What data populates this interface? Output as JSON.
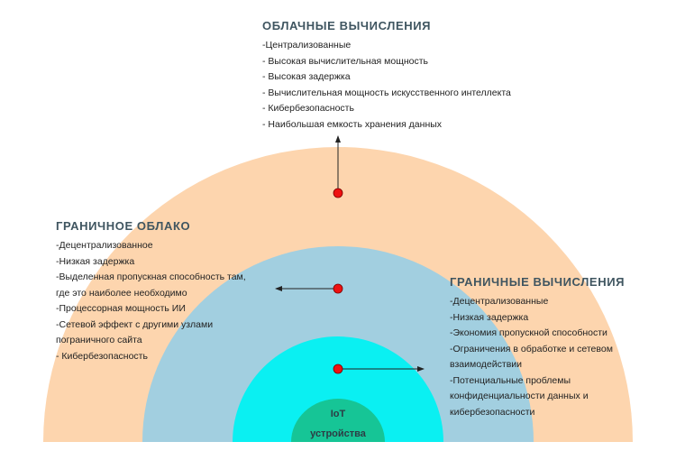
{
  "colors": {
    "cloud_layer": "#fdd5ae",
    "fog_layer": "#a2cfe0",
    "edge_layer": "#0af0f2",
    "iot_core": "#16c596",
    "marker": "#ee1111",
    "heading": "#3f5560"
  },
  "cloud": {
    "title": "ОБЛАЧНЫЕ ВЫЧИСЛЕНИЯ",
    "items": [
      "-Централизованные",
      "- Высокая вычислительная мощность",
      "- Высокая задержка",
      "- Вычислительная мощность искусственного интеллекта",
      "- Кибербезопасность",
      "- Наибольшая емкость хранения данных"
    ]
  },
  "fog": {
    "title": "ГРАНИЧНОЕ ОБЛАКО",
    "items": [
      "-Децентрализованное",
      "-Низкая задержка",
      "-Выделенная пропускная способность там,",
      "где это наиболее необходимо",
      "-Процессорная мощность ИИ",
      "-Сетевой эффект с другими узлами",
      "пограничного сайта",
      " - Кибербезопасность"
    ]
  },
  "edge": {
    "title": "ГРАНИЧНЫЕ ВЫЧИСЛЕНИЯ",
    "items": [
      "-Децентрализованные",
      "-Низкая задержка",
      "-Экономия пропускной способности",
      "-Ограничения в обработке и сетевом",
      "взаимодействии",
      "-Потенциальные проблемы",
      "конфиденциальности данных и",
      "кибербезопасности"
    ]
  },
  "iot": {
    "line1": "IoT",
    "line2": "устройства"
  }
}
